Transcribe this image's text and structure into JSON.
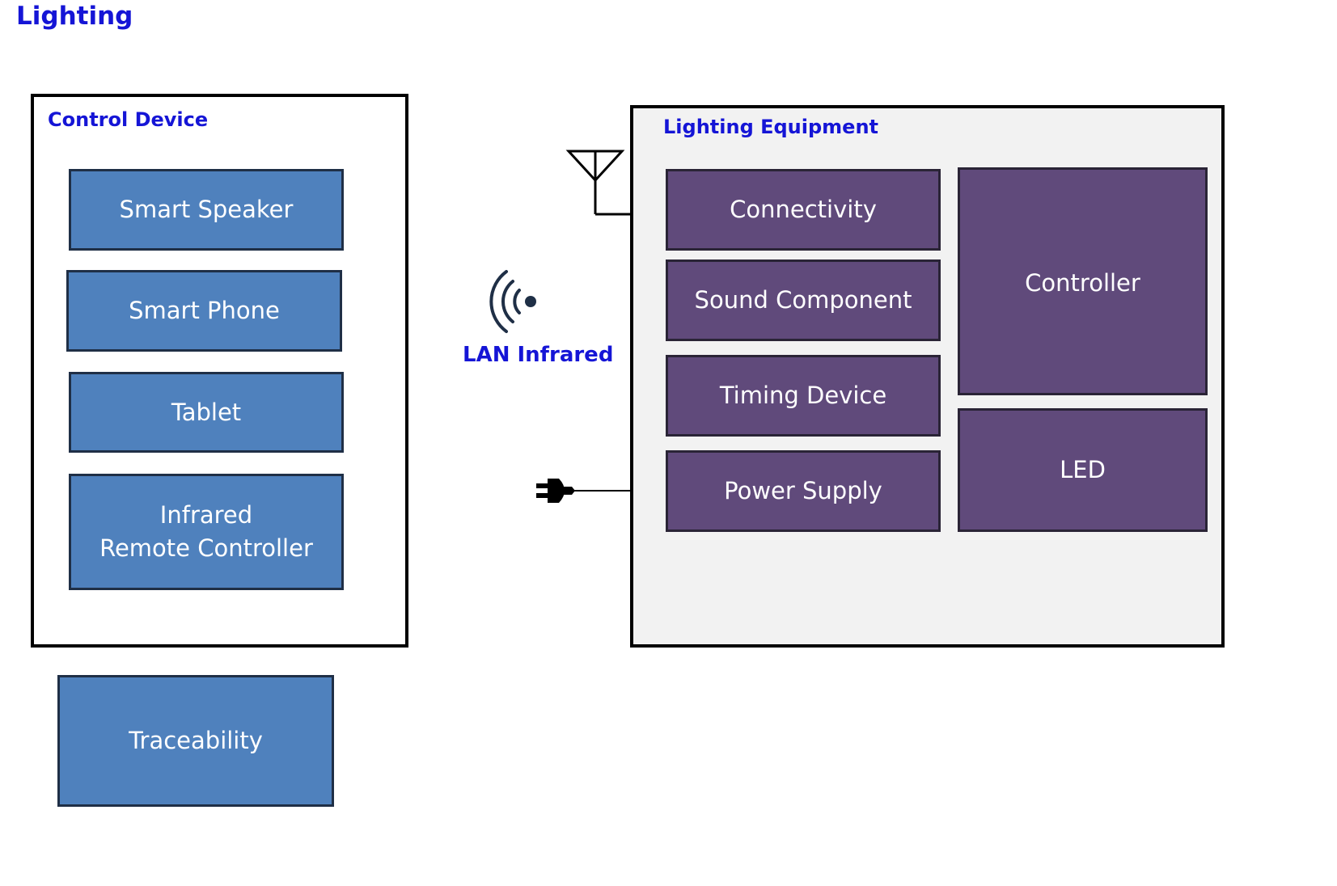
{
  "title": "Lighting",
  "control_device": {
    "label": "Control Device",
    "items": [
      "Smart Speaker",
      "Smart Phone",
      "Tablet",
      "Infrared\nRemote Controller"
    ]
  },
  "traceability": "Traceability",
  "link_label": "LAN Infrared",
  "lighting_equipment": {
    "label": "Lighting Equipment",
    "left_items": [
      "Connectivity",
      "Sound Component",
      "Timing Device",
      "Power Supply"
    ],
    "controller": "Controller",
    "led": "LED"
  },
  "icons": {
    "antenna": "antenna-icon",
    "wireless": "wireless-signal-icon",
    "plug": "power-plug-icon"
  },
  "colors": {
    "accent_text": "#1515d6",
    "control_box": "#4f81bd",
    "equipment_box": "#604a7b",
    "equipment_bg": "#f2f2f2"
  }
}
